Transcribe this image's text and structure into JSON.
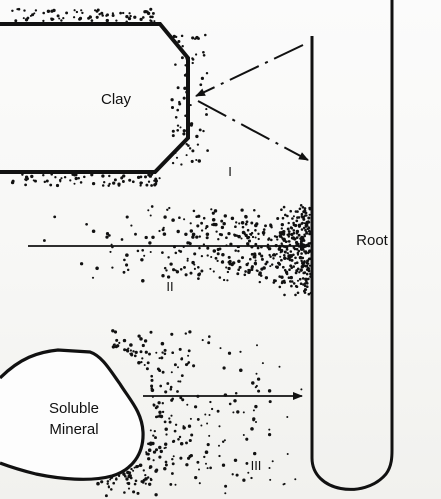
{
  "labels": {
    "clay": "Clay",
    "root": "Root",
    "soluble_mineral_line1": "Soluble",
    "soluble_mineral_line2": "Mineral",
    "region_1": "I",
    "region_2": "II",
    "region_3": "III"
  },
  "colors": {
    "ink": "#111111",
    "paper": "#ffffff"
  }
}
